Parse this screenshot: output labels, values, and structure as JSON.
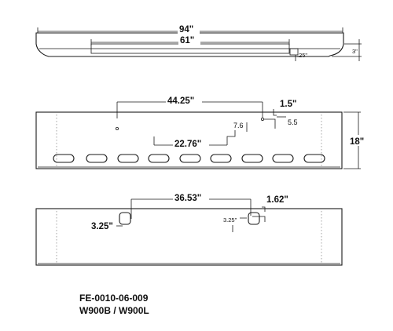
{
  "top_view": {
    "overall_width": "94\"",
    "inner_span": "61\"",
    "height": "3\"",
    "notch": ".25\""
  },
  "middle_view": {
    "top_span": "44.25\"",
    "right_offset": "1.5\"",
    "left_vertical": "7.6",
    "right_vertical": "5.5",
    "lower_span": "22.76\"",
    "height": "18\"",
    "slot_count": 9
  },
  "bottom_view": {
    "top_span": "36.53\"",
    "right_offset": "1.62\"",
    "left_cutout": "3.25\"",
    "right_cutout": "3.25\""
  },
  "footer": {
    "part_number": "FE-0010-06-009",
    "model": "W900B / W900L"
  }
}
